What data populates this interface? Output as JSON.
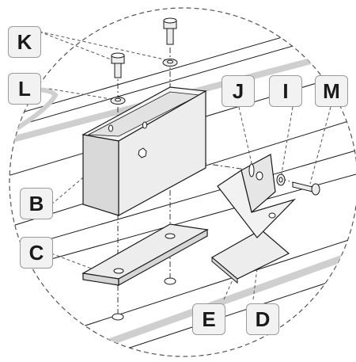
{
  "labels": {
    "k": "K",
    "l": "L",
    "j": "J",
    "i": "I",
    "m": "M",
    "b": "B",
    "c": "C",
    "e": "E",
    "d": "D"
  },
  "colors": {
    "part_fill": "#ededed",
    "part_side": "#d6d6d6",
    "part_stroke": "#1a1a1a",
    "leader_line": "#555555",
    "rail_gray": "#cfcfcf",
    "label_bg": "#f2f2f2",
    "label_border": "#9a9a9a"
  }
}
